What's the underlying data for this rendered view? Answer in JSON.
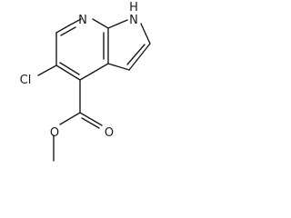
{
  "structure": {
    "atoms": {
      "pyridine_n": "N",
      "pyrrole_nh": "H",
      "pyrrole_n": "N",
      "chlorine": "Cl",
      "carbonyl_o": "O",
      "ester_o": "O"
    },
    "colors": {
      "bond": "#1a1a1a",
      "label": "#1a1a1a",
      "background": "#ffffff"
    }
  }
}
